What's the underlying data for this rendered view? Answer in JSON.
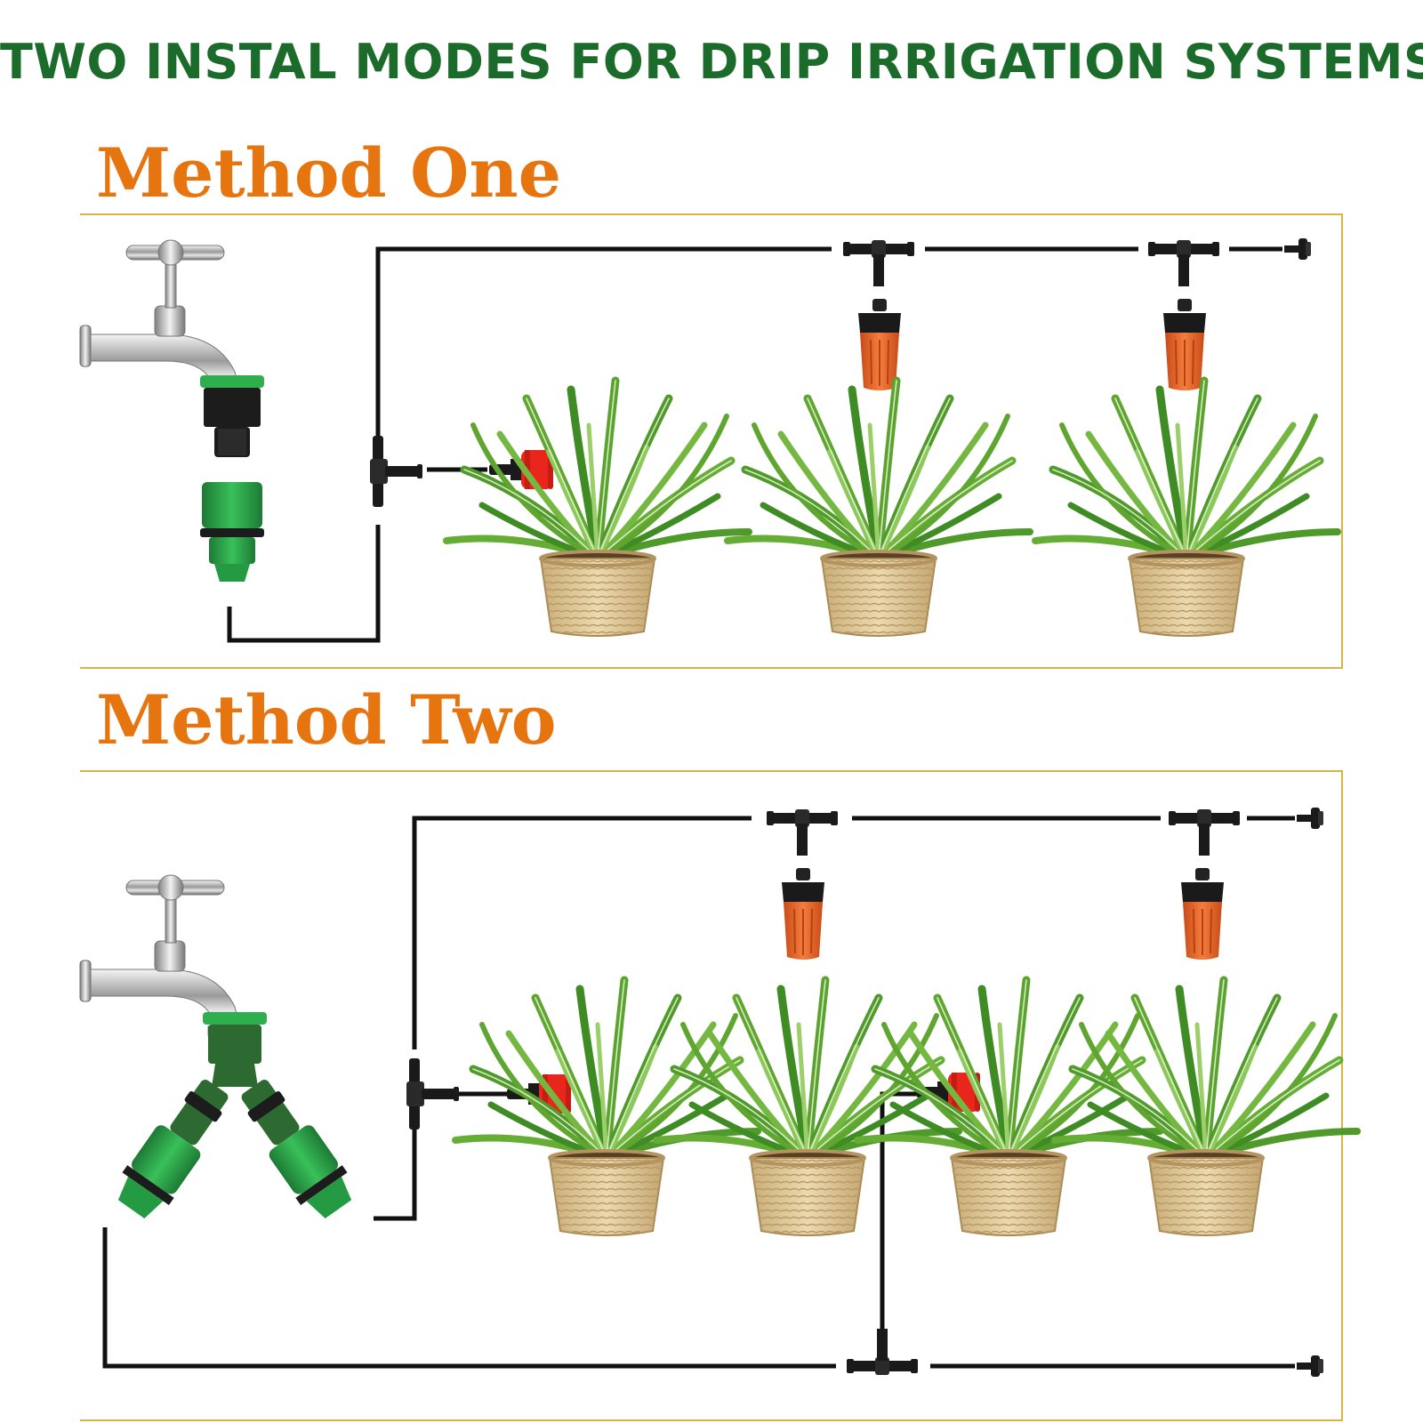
{
  "headline": "TWO INSTAL MODES FOR DRIP IRRIGATION SYSTEMS",
  "methods": [
    {
      "title": "Method One"
    },
    {
      "title": "Method Two"
    }
  ],
  "colors": {
    "headline": "#1b6b2a",
    "method_title": "#e67510",
    "panel_border": "#d9b24a",
    "tube": "#111111",
    "connector_green": "#27a244",
    "dripper_orange": "#e8632a",
    "dripper_red": "#e8261c",
    "basket": "#dcc596",
    "leaf": "#4f9a2b"
  },
  "icons": [
    "faucet-icon",
    "hose-connector-icon",
    "y-splitter-icon",
    "tee-connector-icon",
    "end-plug-icon",
    "adjustable-dripper-icon",
    "inline-dripper-icon",
    "potted-plant-icon"
  ]
}
